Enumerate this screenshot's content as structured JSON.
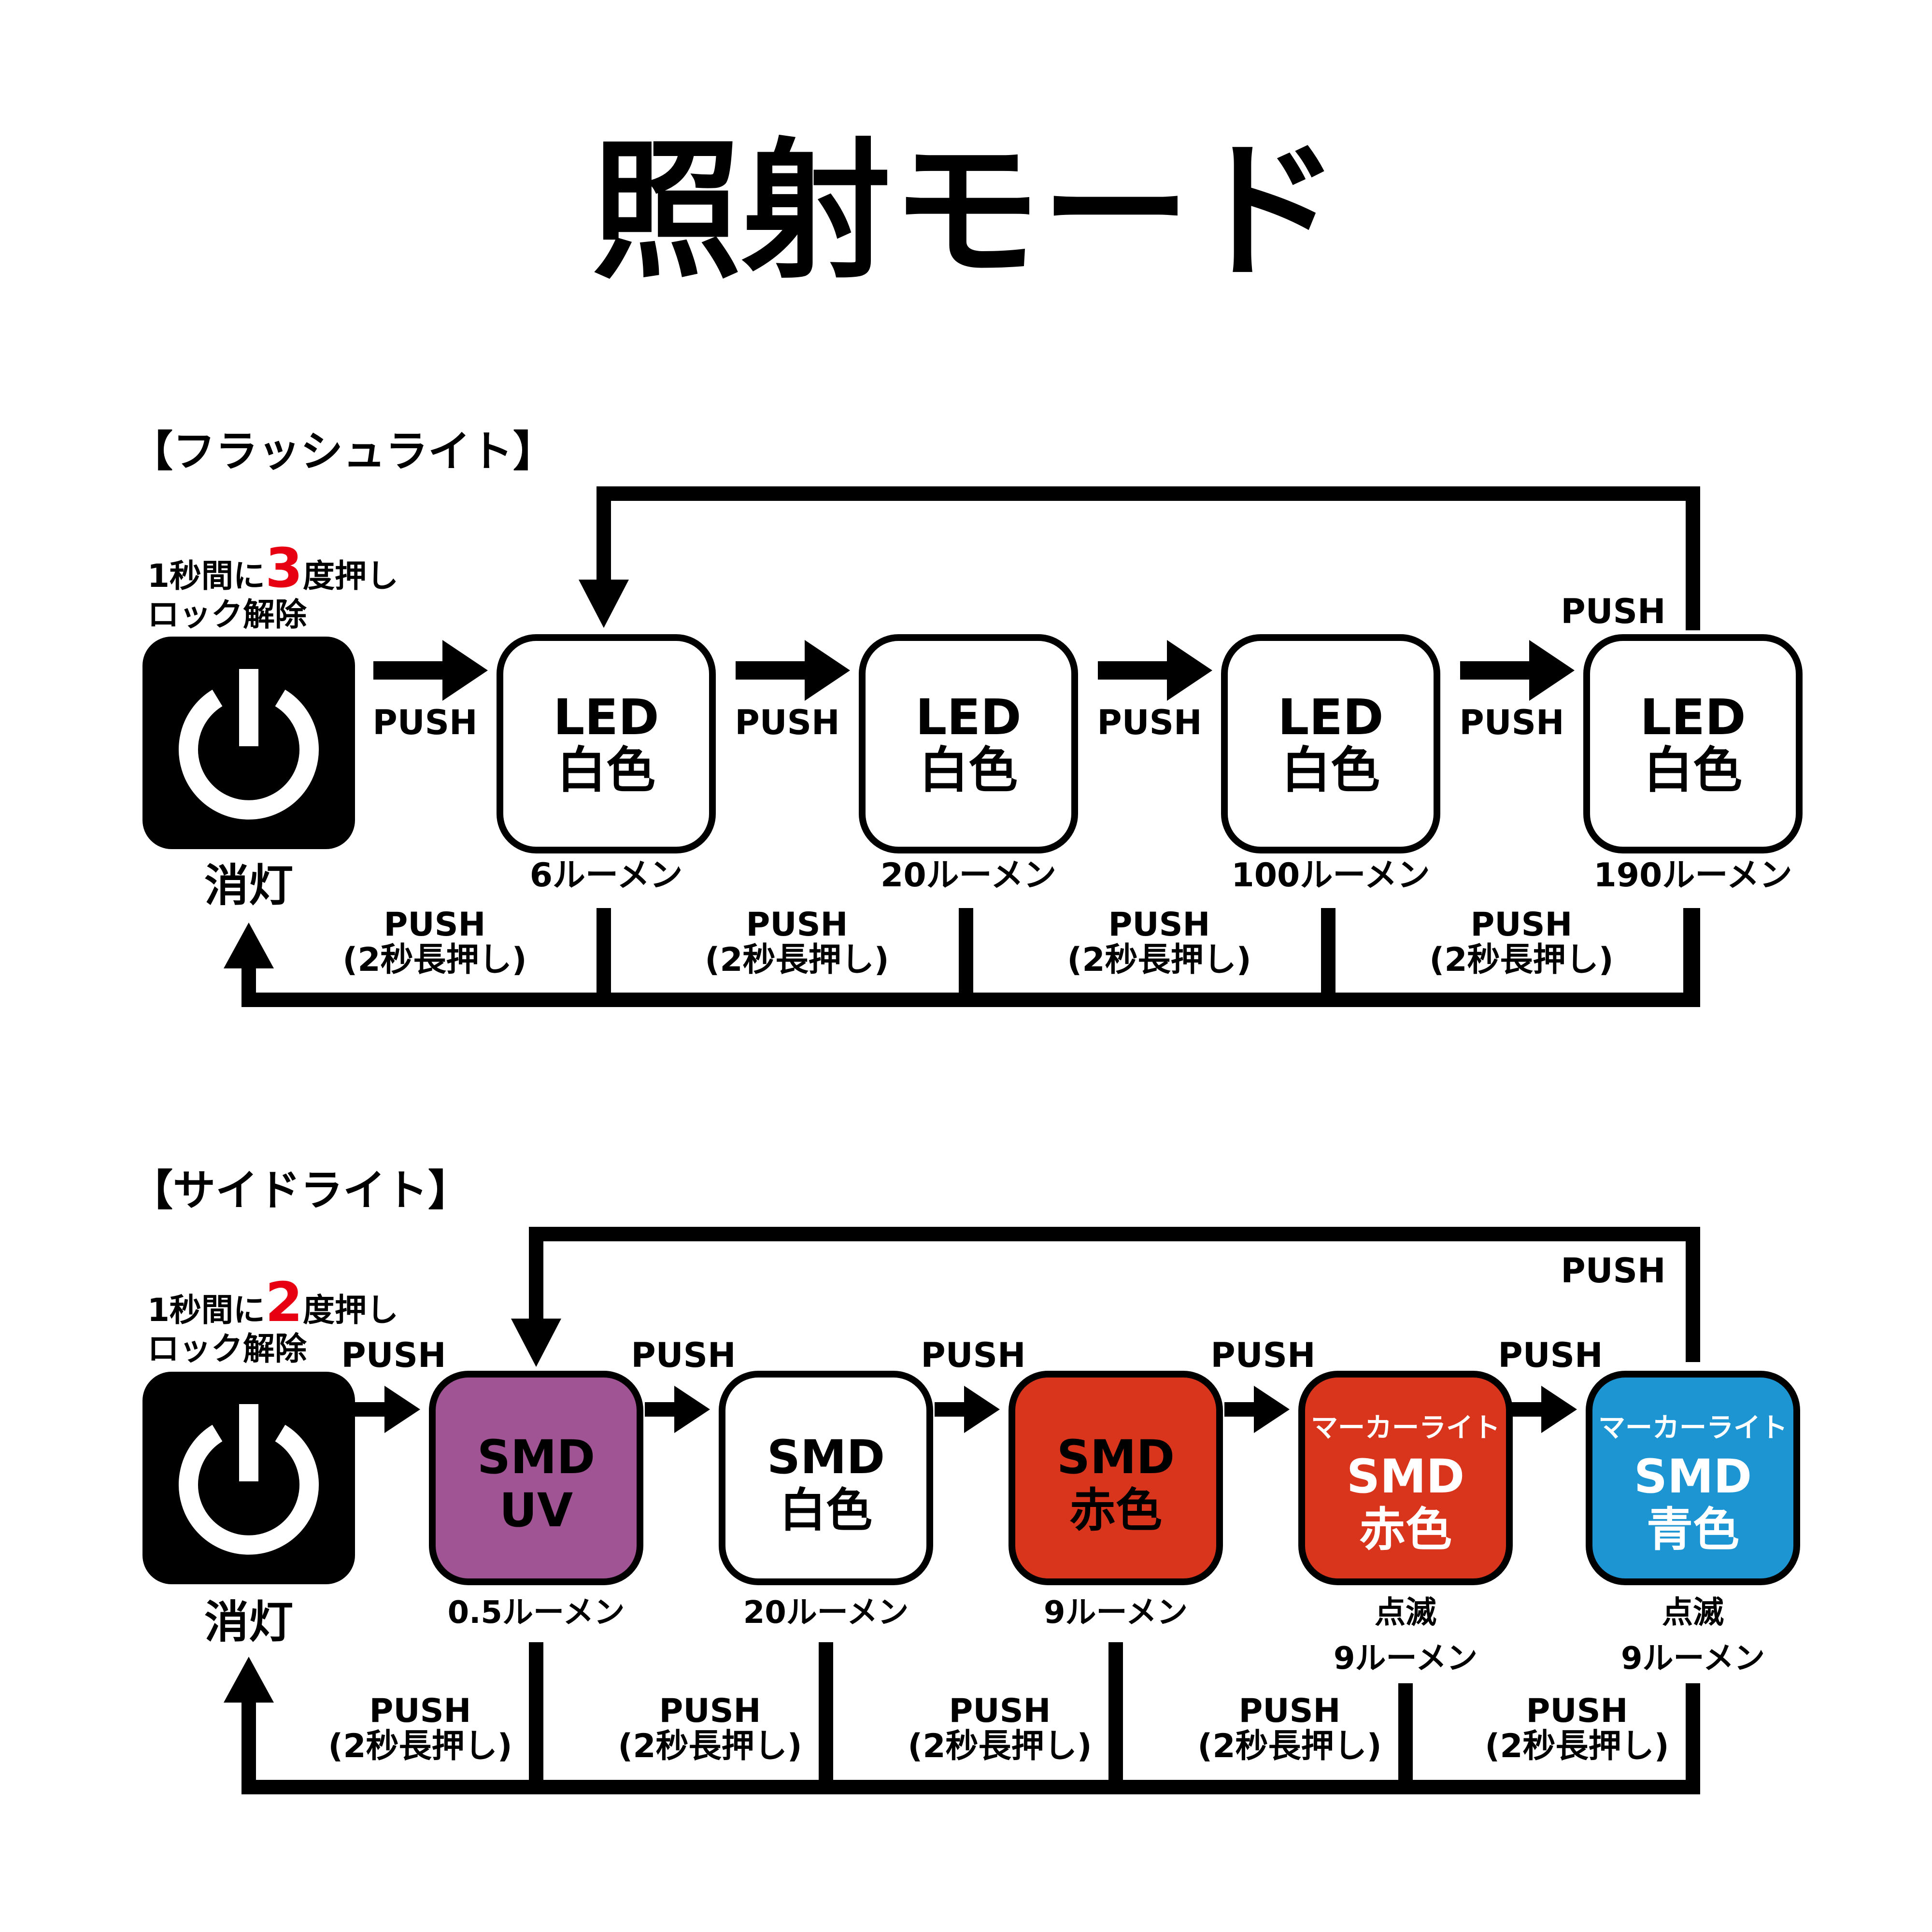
{
  "title": "照射モード",
  "colors": {
    "line": "#000000",
    "accent_red": "#e60012",
    "uv": "#a05494",
    "white": "#ffffff",
    "red_mode": "#d9351c",
    "marker_red": "#d9351c",
    "marker_blue": "#1c95d2"
  },
  "flashlight": {
    "heading": "【フラッシュライト】",
    "unlock_pre": "1秒間に",
    "unlock_count": "3",
    "unlock_post": "度押し",
    "unlock_line2": "ロック解除",
    "off_label": "消灯",
    "off_icon": "power-icon",
    "push": "PUSH",
    "long_push_1": "PUSH",
    "long_push_2": "(2秒長押し)",
    "modes": [
      {
        "line1": "LED",
        "line2": "白色",
        "lumen": "6ルーメン"
      },
      {
        "line1": "LED",
        "line2": "白色",
        "lumen": "20ルーメン"
      },
      {
        "line1": "LED",
        "line2": "白色",
        "lumen": "100ルーメン"
      },
      {
        "line1": "LED",
        "line2": "白色",
        "lumen": "190ルーメン"
      }
    ]
  },
  "sidelight": {
    "heading": "【サイドライト】",
    "unlock_pre": "1秒間に",
    "unlock_count": "2",
    "unlock_post": "度押し",
    "unlock_line2": "ロック解除",
    "off_label": "消灯",
    "off_icon": "power-icon",
    "push": "PUSH",
    "long_push_1": "PUSH",
    "long_push_2": "(2秒長押し)",
    "modes": [
      {
        "tag": "",
        "line1": "SMD",
        "line2": "UV",
        "note": "",
        "lumen": "0.5ルーメン",
        "color": "uv"
      },
      {
        "tag": "",
        "line1": "SMD",
        "line2": "白色",
        "note": "",
        "lumen": "20ルーメン",
        "color": "white"
      },
      {
        "tag": "",
        "line1": "SMD",
        "line2": "赤色",
        "note": "",
        "lumen": "9ルーメン",
        "color": "red_mode"
      },
      {
        "tag": "マーカーライト",
        "line1": "SMD",
        "line2": "赤色",
        "note": "点滅",
        "lumen": "9ルーメン",
        "color": "marker_red"
      },
      {
        "tag": "マーカーライト",
        "line1": "SMD",
        "line2": "青色",
        "note": "点滅",
        "lumen": "9ルーメン",
        "color": "marker_blue"
      }
    ]
  }
}
